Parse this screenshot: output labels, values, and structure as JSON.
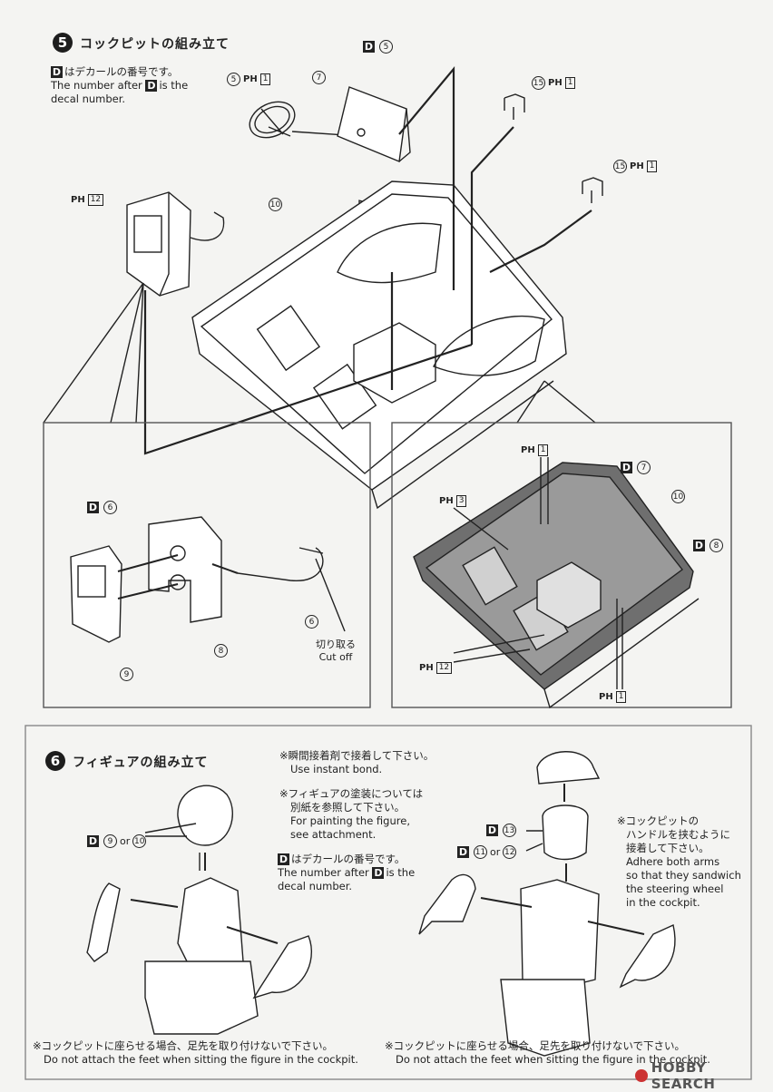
{
  "step5": {
    "number": "5",
    "title": "コックピットの組み立て",
    "decal_note_jp": "はデカールの番号です。",
    "decal_note_en_1": "The number after",
    "decal_note_en_2": "is the",
    "decal_note_en_3": "decal number.",
    "decal_letter": "D",
    "cut_off_jp": "切り取る",
    "cut_off_en": "Cut off"
  },
  "step6": {
    "number": "6",
    "title": "フィギュアの組み立て",
    "bond_jp": "※瞬間接着剤で接着して下さい。",
    "bond_en": "Use instant bond.",
    "paint_jp_1": "※フィギュアの塗装については",
    "paint_jp_2": "別紙を参照して下さい。",
    "paint_en_1": "For painting the figure,",
    "paint_en_2": "see attachment.",
    "decal_note_jp": "はデカールの番号です。",
    "decal_note_en_1": "The number after",
    "decal_note_en_2": "is the",
    "decal_note_en_3": "decal number.",
    "arms_jp_1": "※コックピットの",
    "arms_jp_2": "ハンドルを挟むように",
    "arms_jp_3": "接着して下さい。",
    "arms_en_1": "Adhere both arms",
    "arms_en_2": "so that they sandwich",
    "arms_en_3": "the steering wheel",
    "arms_en_4": "in the cockpit.",
    "or": "or",
    "feet_jp": "※コックピットに座らせる場合、足先を取り付けないで下さい。",
    "feet_en": "Do not attach the feet when sitting the figure in the cockpit."
  },
  "parts": {
    "p5": "5",
    "p6": "6",
    "p7": "7",
    "p8": "8",
    "p9": "9",
    "p10": "10",
    "p11": "11",
    "p12": "12",
    "p13": "13",
    "p15": "15",
    "ph": "PH",
    "n1": "1",
    "n3": "3",
    "n12": "12"
  },
  "watermark": "HOBBY SEARCH"
}
